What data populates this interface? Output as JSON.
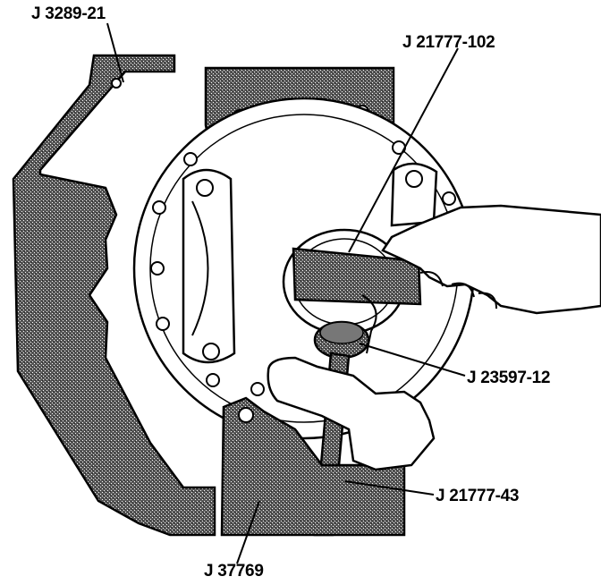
{
  "callouts": {
    "bracket_tool": "J 3289-21",
    "installer_tool": "J 21777-102",
    "adapter_tool": "J 23597-12",
    "driver_handle": "J 21777-43",
    "holding_fixture": "J 37769"
  },
  "colors": {
    "ink": "#000000",
    "stipple_fill": "#4a4a4a",
    "paper": "#ffffff"
  }
}
